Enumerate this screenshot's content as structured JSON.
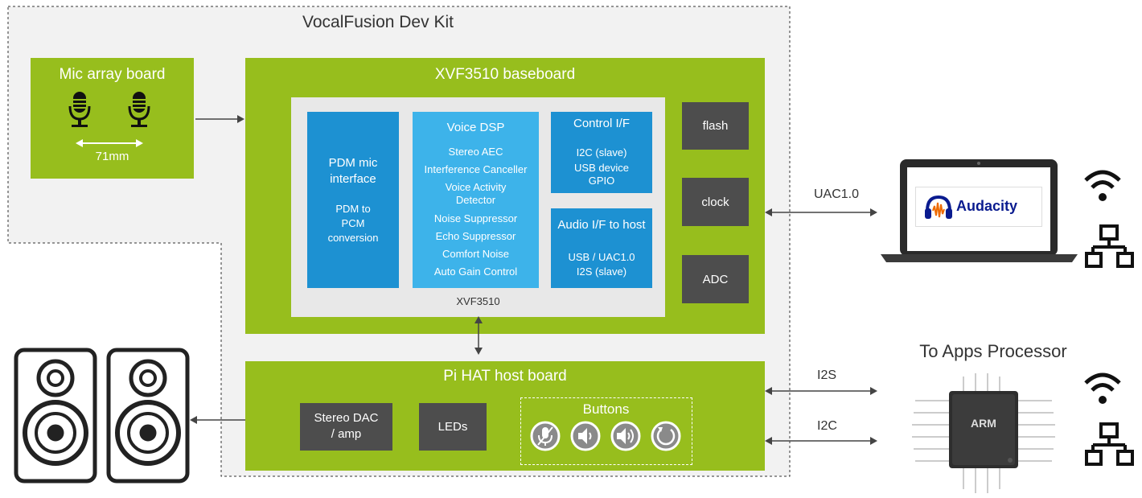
{
  "kit": {
    "title": "VocalFusion Dev Kit"
  },
  "mic_board": {
    "title": "Mic array board",
    "spacing": "71mm"
  },
  "baseboard": {
    "title": "XVF3510 baseboard",
    "chip_label": "XVF3510",
    "pdm": {
      "title": "PDM mic interface",
      "line1": "PDM to",
      "line2": "PCM",
      "line3": "conversion"
    },
    "dsp": {
      "title": "Voice DSP",
      "items": [
        "Stereo AEC",
        "Interference Canceller",
        "Voice Activity",
        "Detector",
        "Noise Suppressor",
        "Echo Suppressor",
        "Comfort Noise",
        "Auto Gain Control"
      ]
    },
    "control": {
      "title": "Control I/F",
      "items": [
        "I2C (slave)",
        "USB device",
        "GPIO"
      ]
    },
    "audio": {
      "title": "Audio I/F to host",
      "items": [
        "USB / UAC1.0",
        "I2S (slave)"
      ]
    },
    "flash": "flash",
    "clock": "clock",
    "adc": "ADC"
  },
  "hat": {
    "title": "Pi HAT host board",
    "dac_line1": "Stereo DAC",
    "dac_line2": "/ amp",
    "leds": "LEDs",
    "buttons": "Buttons",
    "button_icons": [
      "mic-mute-icon",
      "volume-down-icon",
      "volume-up-icon",
      "reset-icon"
    ]
  },
  "links": {
    "uac": "UAC1.0",
    "i2s": "I2S",
    "i2c": "I2C"
  },
  "laptop": {
    "app": "Audacity"
  },
  "apps": {
    "title": "To Apps Processor",
    "chip": "ARM"
  },
  "colors": {
    "green": "#97be1d",
    "dark_block": "#4d4d4d",
    "blue": "#1d91d2",
    "light_blue": "#3db3ea",
    "panel": "#f2f2f2"
  }
}
